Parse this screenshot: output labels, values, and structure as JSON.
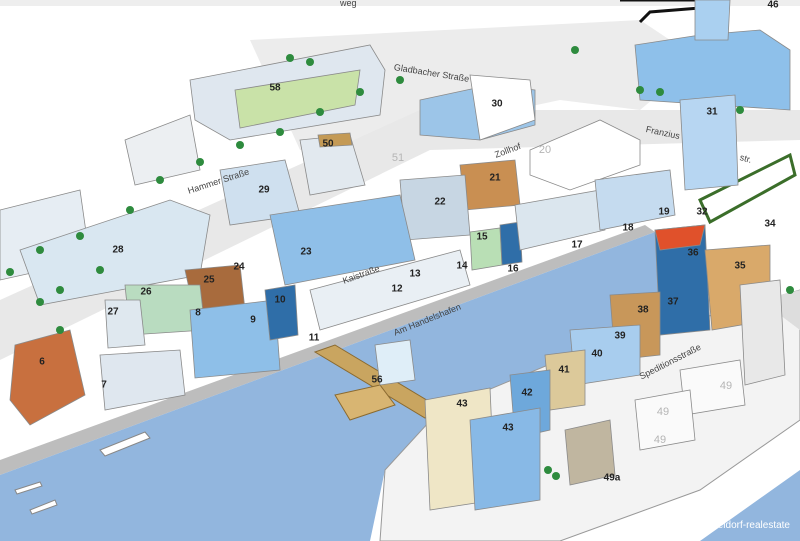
{
  "map": {
    "colors": {
      "water": "#8fb3dc",
      "land": "#f4f4f4",
      "road": "#e3e3e3",
      "quay": "#b8b8b8",
      "tree": "#2e8b3e",
      "building_glass": "#7eb6e6",
      "building_brick": "#c87a45",
      "bridge_deck": "#c9a560"
    },
    "streets": {
      "top_road": "weg",
      "gladbacher": "Gladbacher Straße",
      "hammer": "Hammer Straße",
      "zollhof": "Zollhof",
      "franzius": "Franzius",
      "franzius_end": "str.",
      "kaistrasse": "Kaistraße",
      "handelshafen": "Am Handelshafen",
      "spedition": "Speditionsstraße"
    },
    "labels": {
      "b46": "46",
      "b58": "58",
      "b30": "30",
      "b31": "31",
      "b50": "50",
      "b51": "51",
      "b20": "20",
      "b21": "21",
      "b29": "29",
      "b22": "22",
      "b19": "19",
      "b32": "32",
      "b34": "34",
      "b18": "18",
      "b15": "15",
      "b17": "17",
      "b28": "28",
      "b23": "23",
      "b36": "36",
      "b14": "14",
      "b16": "16",
      "b35": "35",
      "b24": "24",
      "b25": "25",
      "b13": "13",
      "b12": "12",
      "b26": "26",
      "b10": "10",
      "b37": "37",
      "b9": "9",
      "b27": "27",
      "b8": "8",
      "b38": "38",
      "b11": "11",
      "b40": "40",
      "b39": "39",
      "b6": "6",
      "b41": "41",
      "b49_1": "49",
      "b7": "7",
      "b56": "56",
      "b42": "42",
      "b49_2": "49",
      "b43_1": "43",
      "b43_2": "43",
      "b49_3": "49",
      "b49a": "49a"
    },
    "copyright": "© duesseldorf-realestate"
  }
}
